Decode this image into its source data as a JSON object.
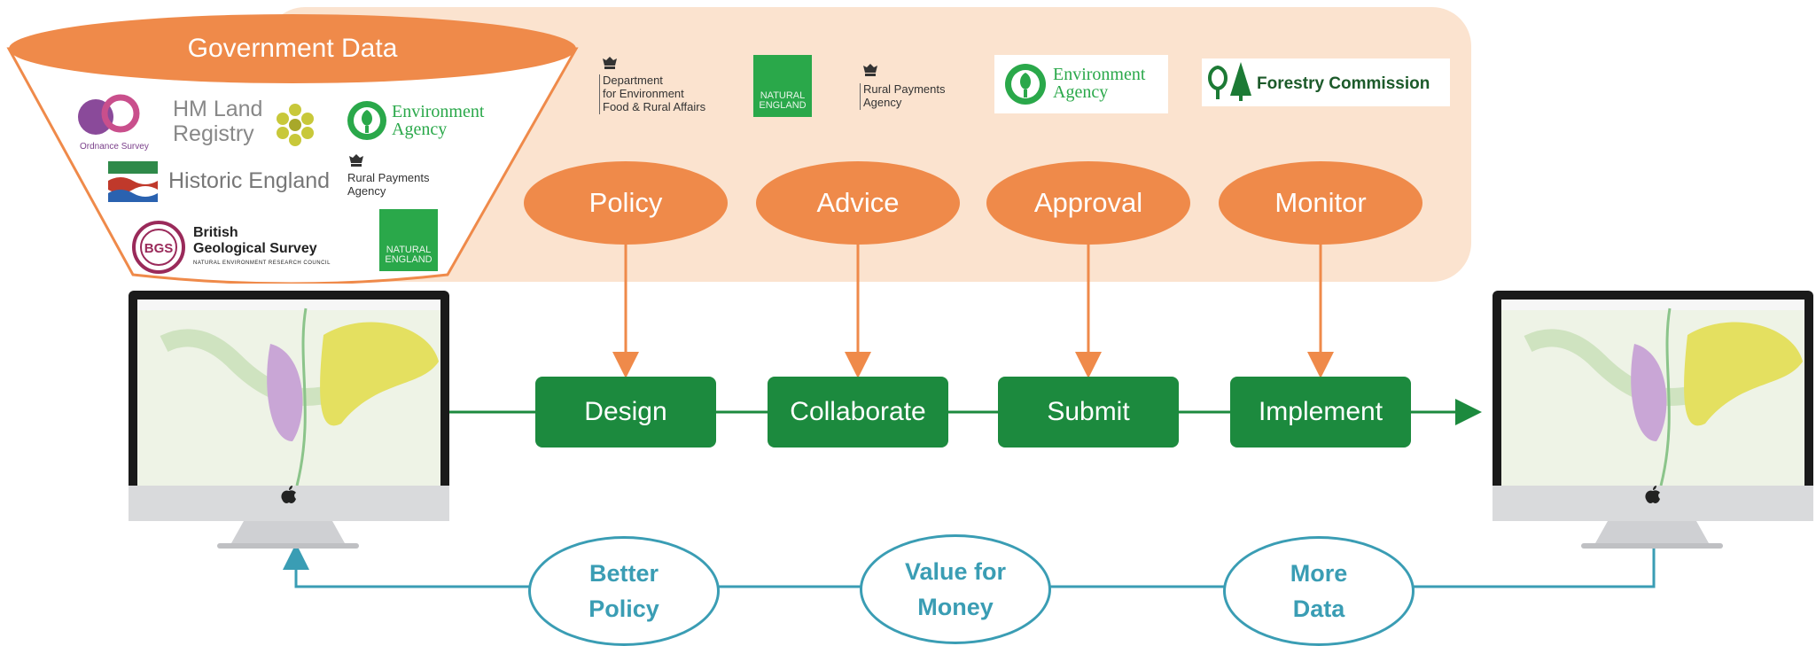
{
  "government_data": {
    "title": "Government Data",
    "logos": {
      "ordnance_survey": "Ordnance Survey",
      "hm_land_registry": "HM Land\nRegistry",
      "environment_agency": "Environment\nAgency",
      "historic_england": "Historic England",
      "rural_payments": "Rural Payments\nAgency",
      "bgs_line1": "British",
      "bgs_line2": "Geological Survey",
      "bgs_sub": "NATURAL ENVIRONMENT RESEARCH COUNCIL",
      "natural_england": "NATURAL\nENGLAND"
    }
  },
  "agency_logos": {
    "defra": "Department\nfor Environment\nFood & Rural Affairs",
    "natural_england": "NATURAL\nENGLAND",
    "rural_payments": "Rural Payments\nAgency",
    "environment_agency": "Environment\nAgency",
    "forestry_commission": "Forestry Commission"
  },
  "roles": [
    "Policy",
    "Advice",
    "Approval",
    "Monitor"
  ],
  "steps": [
    "Design",
    "Collaborate",
    "Submit",
    "Implement"
  ],
  "outcomes": [
    {
      "line1": "Better",
      "line2": "Policy"
    },
    {
      "line1": "Value for",
      "line2": "Money"
    },
    {
      "line1": "More",
      "line2": "Data"
    }
  ],
  "colors": {
    "orange": "#ef8a4a",
    "banner": "#fbe3cf",
    "green": "#1c8a3e",
    "teal": "#3a9db4"
  },
  "icons": [
    "apple-logo-icon",
    "crest-icon",
    "tree-icon",
    "oak-tree-icon"
  ]
}
